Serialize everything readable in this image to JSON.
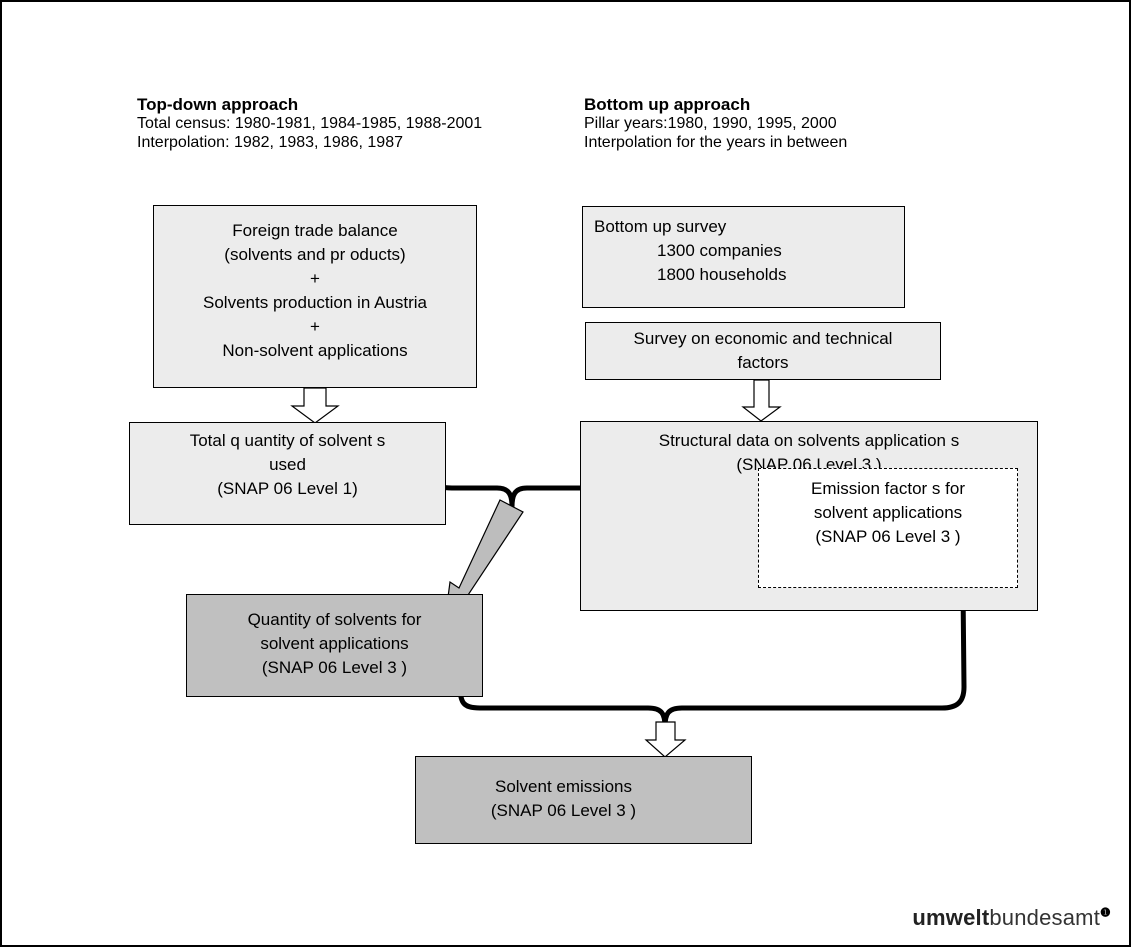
{
  "top_down": {
    "title": "Top-down approach",
    "line1": "Total census: 1980-1981, 1984-1985, 1988-2001",
    "line2": "Interpolation: 1982, 1983, 1986, 1987"
  },
  "bottom_up": {
    "title": "Bottom up approach",
    "line1": "Pillar years:1980, 1990, 1995, 2000",
    "line2": "Interpolation for the years in between"
  },
  "box_foreign_trade": {
    "line1": "Foreign trade balance",
    "line2": "(solvents and pr oducts)",
    "plus1": "+",
    "line3": "Solvents production in Austria",
    "plus2": "+",
    "line4": "Non-solvent applications"
  },
  "box_total_quantity": {
    "line1": "Total q uantity of solvent s",
    "line2": "used",
    "line3": "(SNAP 06 Level  1)"
  },
  "box_quantity_applications": {
    "line1": "Quantity of solvents  for",
    "line2": "solvent applications",
    "line3": "(SNAP 06 Level 3 )"
  },
  "box_solvent_emissions": {
    "line1": "Solvent emissions",
    "line2": "(SNAP 06 Level 3 )"
  },
  "box_bottom_survey": {
    "line1": "Bottom up survey",
    "line2": "1300 companies",
    "line3": "1800 households"
  },
  "box_survey_factors": {
    "line1": "Survey on economic and technical",
    "line2": "factors"
  },
  "box_structural": {
    "line1": "Structural data on solvents application  s",
    "line2": "(SNAP 06 Level 3 )"
  },
  "box_emission_factors": {
    "line1": "Emission factor s for",
    "line2": "solvent applications",
    "line3": "(SNAP 06 Level 3  )"
  },
  "logo": {
    "bold": "umwelt",
    "rest": "bundesamt"
  }
}
